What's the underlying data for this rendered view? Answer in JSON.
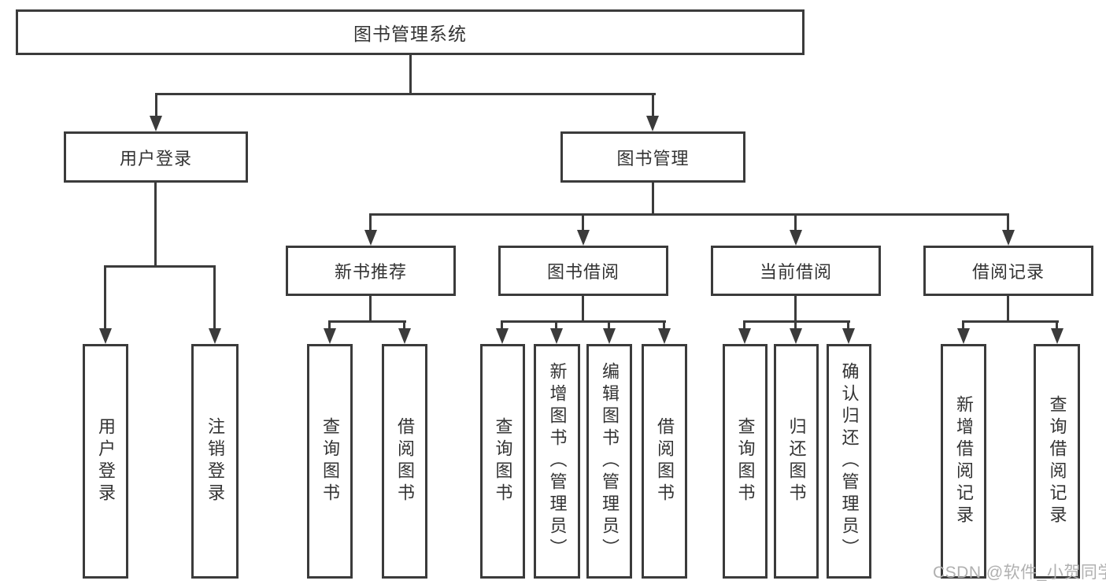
{
  "tree": {
    "label": "图书管理系统",
    "children": [
      {
        "label": "用户登录",
        "children": [
          {
            "label": "用户登录"
          },
          {
            "label": "注销登录"
          }
        ]
      },
      {
        "label": "图书管理",
        "children": [
          {
            "label": "新书推荐",
            "children": [
              {
                "label": "查询图书"
              },
              {
                "label": "借阅图书"
              }
            ]
          },
          {
            "label": "图书借阅",
            "children": [
              {
                "label": "查询图书"
              },
              {
                "label": "新增图书（管理员）"
              },
              {
                "label": "编辑图书（管理员）"
              },
              {
                "label": "借阅图书"
              }
            ]
          },
          {
            "label": "当前借阅",
            "children": [
              {
                "label": "查询图书"
              },
              {
                "label": "归还图书"
              },
              {
                "label": "确认归还（管理员）"
              }
            ]
          },
          {
            "label": "借阅记录",
            "children": [
              {
                "label": "新增借阅记录"
              },
              {
                "label": "查询借阅记录"
              }
            ]
          }
        ]
      }
    ]
  },
  "watermark": "CSDN @软件_小贺同学",
  "colors": {
    "line": "#3b3b3b",
    "text": "#333333",
    "background": "#ffffff",
    "watermark": "#b0b0b0"
  }
}
